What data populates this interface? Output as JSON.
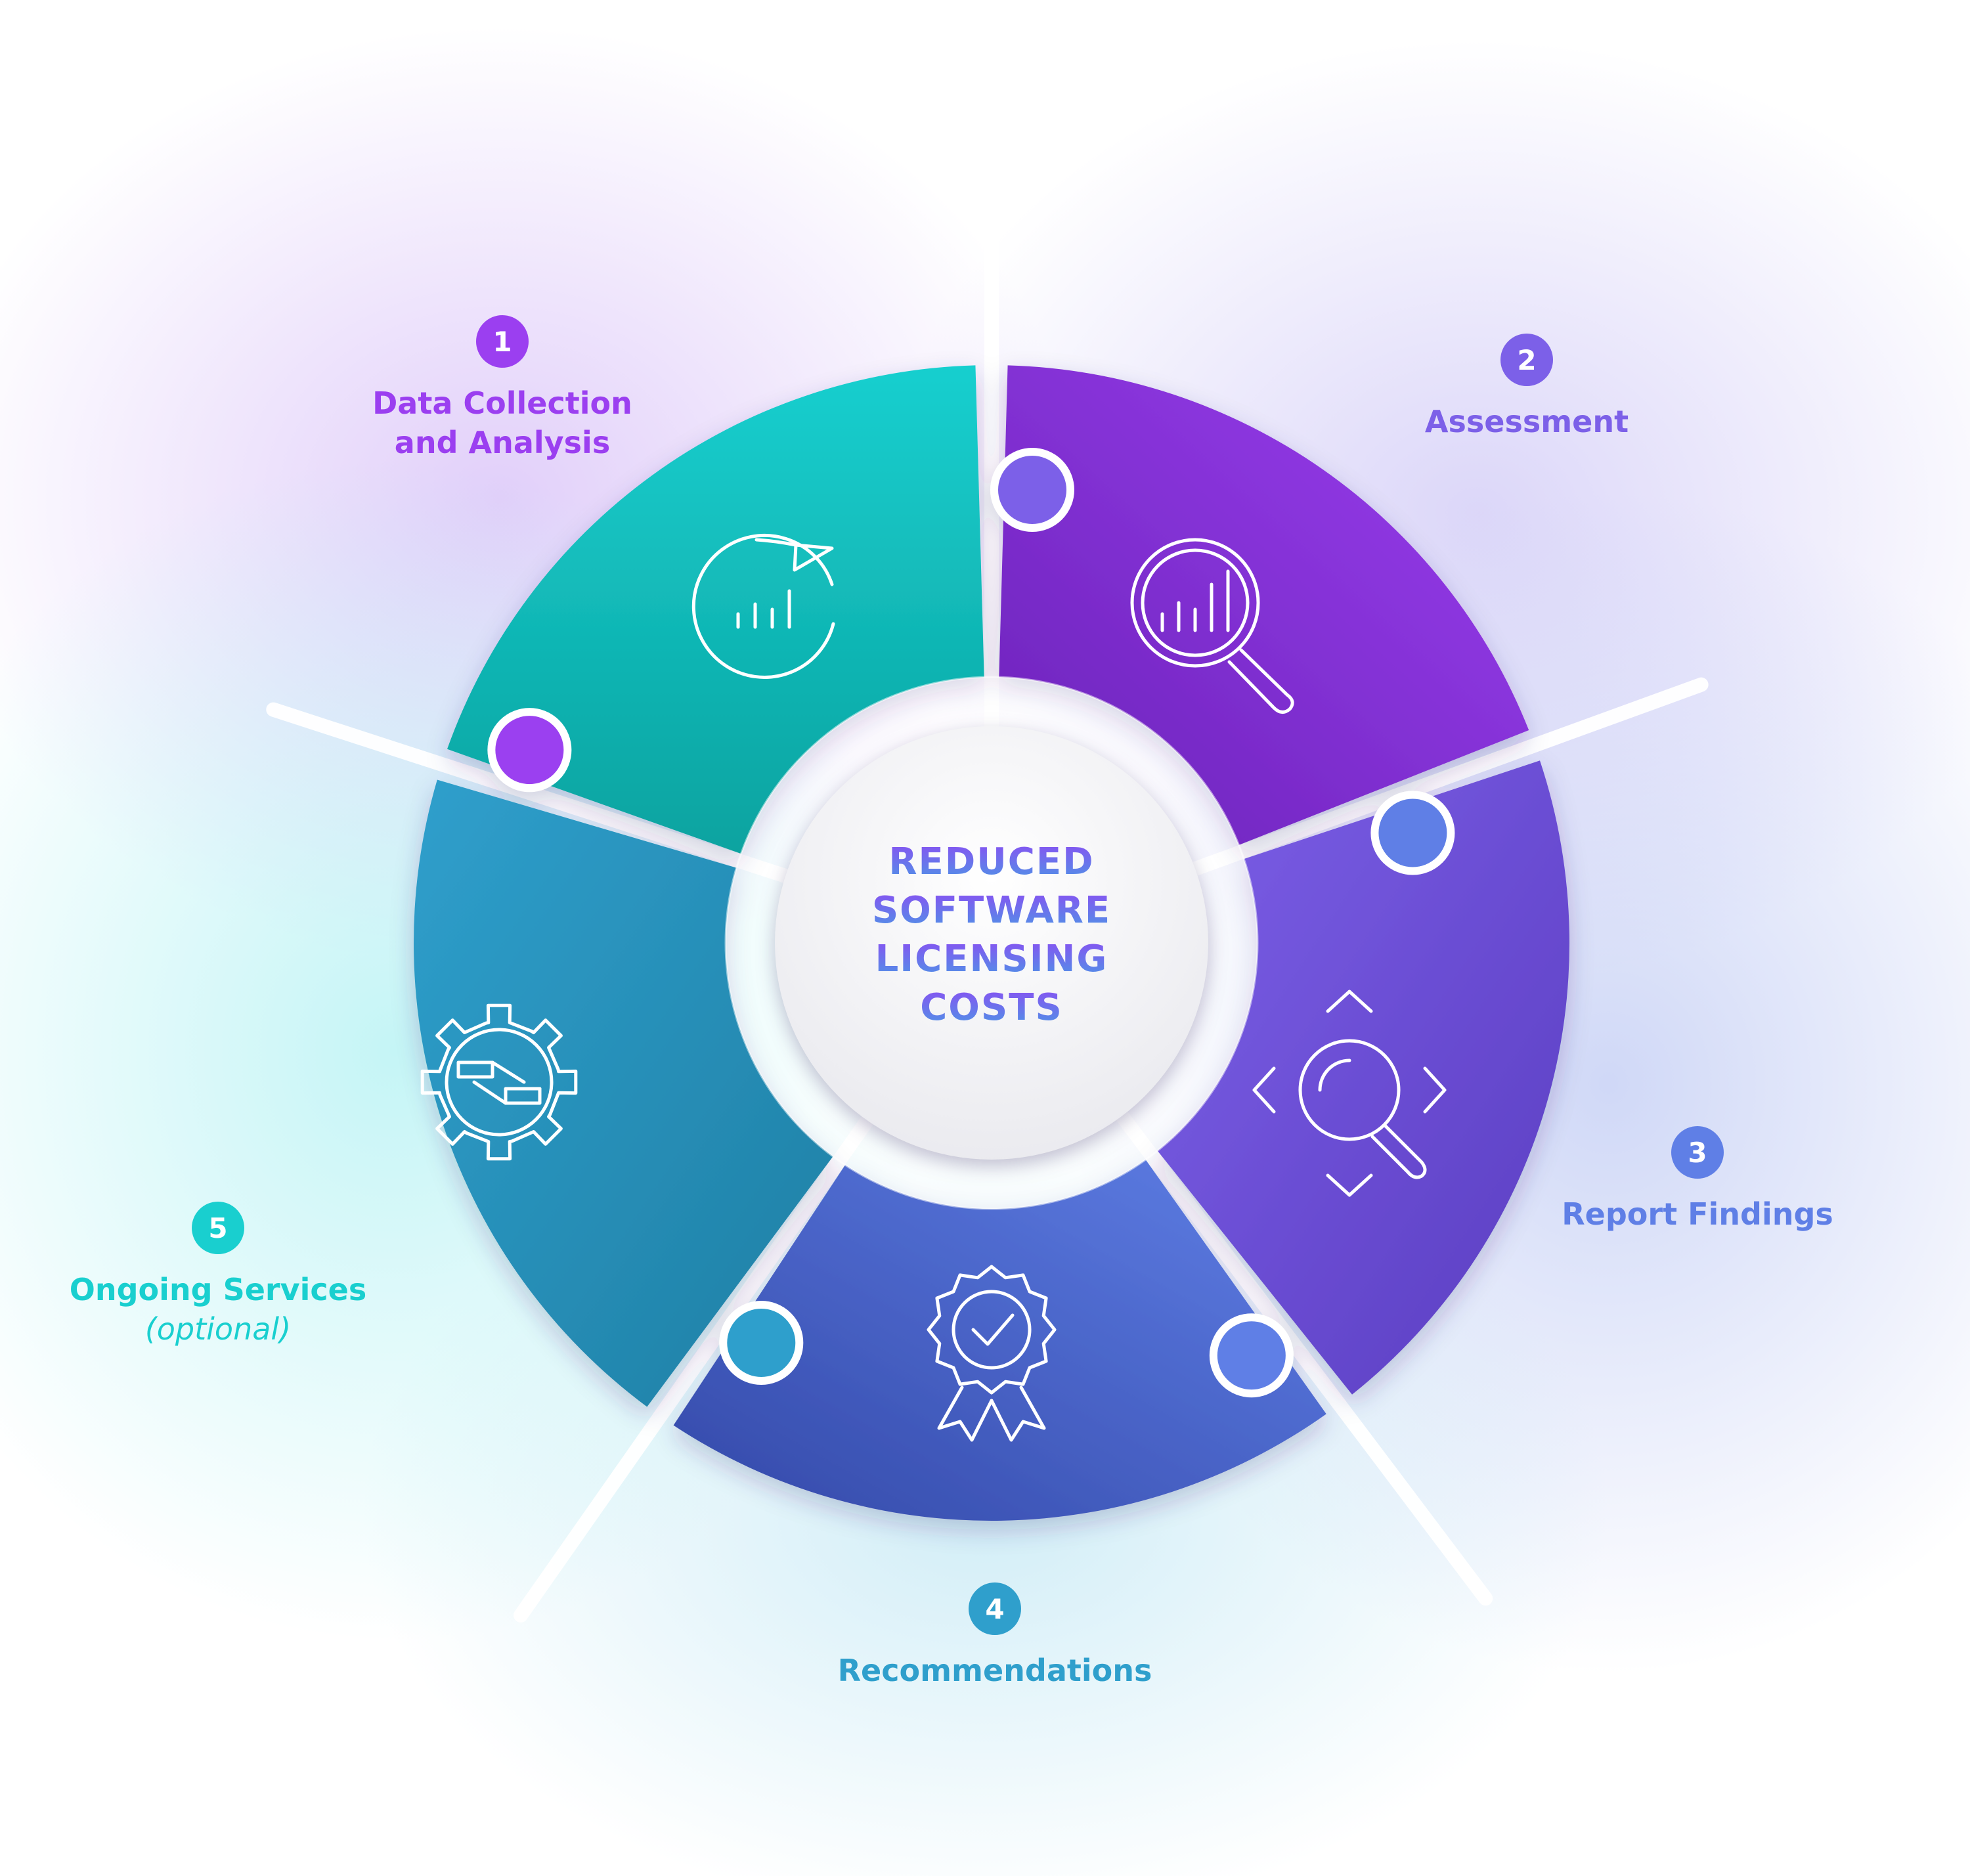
{
  "center": {
    "lines": [
      "REDUCED",
      "SOFTWARE",
      "LICENSING",
      "COSTS"
    ],
    "text_color_top": "#8a4ff2",
    "text_color_bottom": "#4d96e6"
  },
  "steps": [
    {
      "number": "1",
      "label_lines": [
        "Data Collection",
        "and Analysis"
      ],
      "sub": "",
      "icon": "refresh-chart-icon",
      "color": "#9b3ff0",
      "color_dark": "#6a22b8"
    },
    {
      "number": "2",
      "label_lines": [
        "Assessment"
      ],
      "sub": "",
      "icon": "magnifier-chart-icon",
      "color": "#7c60e8",
      "color_dark": "#5a3cc0"
    },
    {
      "number": "3",
      "label_lines": [
        "Report Findings"
      ],
      "sub": "",
      "icon": "magnifier-focus-icon",
      "color": "#5f7fe6",
      "color_dark": "#3348a8"
    },
    {
      "number": "4",
      "label_lines": [
        "Recommendations"
      ],
      "sub": "",
      "icon": "award-badge-icon",
      "color": "#2f9fcc",
      "color_dark": "#1f7fa4"
    },
    {
      "number": "5",
      "label_lines": [
        "Ongoing Services"
      ],
      "sub": "(optional)",
      "icon": "gear-arrows-icon",
      "color": "#19cfcf",
      "color_dark": "#0aa3a0"
    }
  ]
}
